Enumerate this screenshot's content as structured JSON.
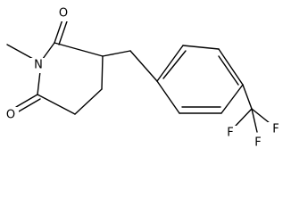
{
  "molecule": {
    "atoms": {
      "O1": "O",
      "N": "N",
      "O2": "O",
      "F1": "F",
      "F2": "F",
      "F3": "F"
    }
  }
}
